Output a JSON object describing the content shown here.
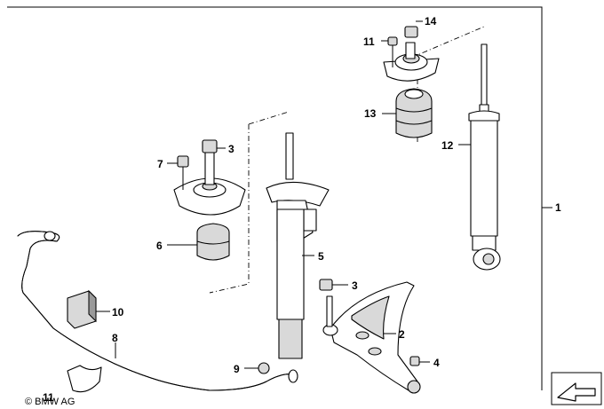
{
  "callouts": {
    "c1": "1",
    "c2": "2",
    "c3a": "3",
    "c3b": "3",
    "c4": "4",
    "c5": "5",
    "c6": "6",
    "c7": "7",
    "c8": "8",
    "c9": "9",
    "c10": "10",
    "c11a": "11",
    "c11b": "11",
    "c12": "12",
    "c13": "13",
    "c14": "14"
  },
  "copyright": "© BMW AG",
  "icons": {
    "frame": "border-frame",
    "nav": "arrow-navigation-icon"
  }
}
